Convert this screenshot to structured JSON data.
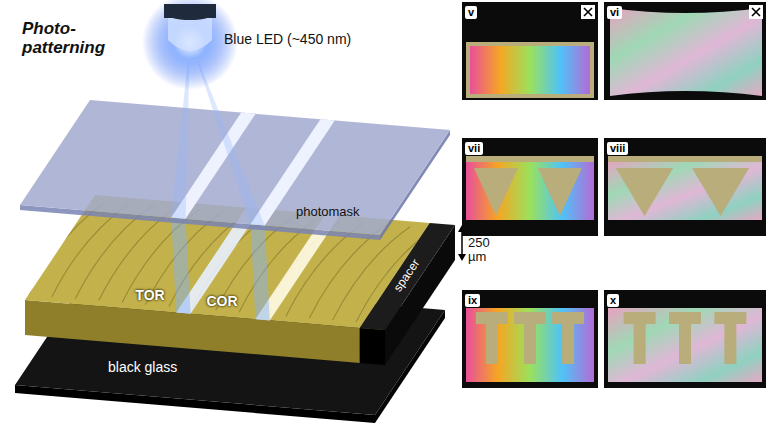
{
  "diagram": {
    "nodes": [
      {
        "text": [
          "v"
        ]
      },
      {
        "text": [
          "vi"
        ]
      },
      {
        "text": [
          "vii"
        ]
      },
      {
        "text": [
          "viii"
        ]
      },
      {
        "text": [
          "ix"
        ]
      },
      {
        "text": [
          "x"
        ]
      }
    ],
    "labels": [
      "Photo- patterning",
      "Blue LED (~450 nm)",
      "photomask",
      "spacer",
      "250 µm",
      "TOR",
      "COR",
      "black glass"
    ]
  }
}
